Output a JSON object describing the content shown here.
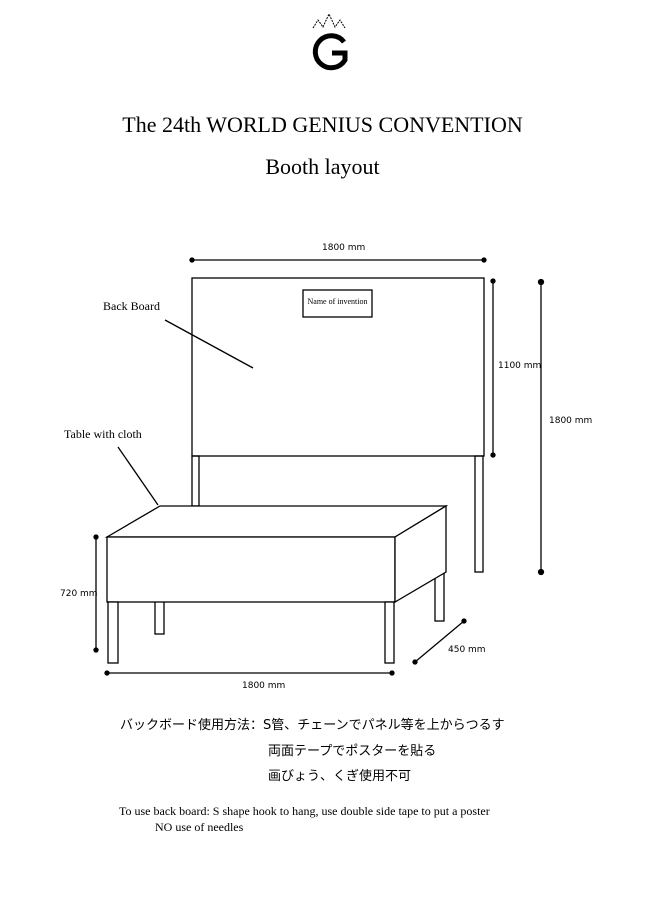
{
  "logo": {
    "letter": "G",
    "icon": "crown-g-logo"
  },
  "header": {
    "title": "The 24th WORLD GENIUS CONVENTION",
    "subtitle": "Booth layout"
  },
  "diagram": {
    "back_board_label": "Back Board",
    "table_label": "Table with cloth",
    "name_box": "Name of invention",
    "dimensions": {
      "board_width": "1800 mm",
      "board_height": "1100 mm",
      "total_height": "1800 mm",
      "table_height": "720 mm",
      "table_depth": "450 mm",
      "table_width": "1800 mm"
    }
  },
  "instructions": {
    "jp_line1": "バックボード使用方法：S管、チェーンでパネル等を上からつるす",
    "jp_line2": "両面テープでポスターを貼る",
    "jp_line3": "画びょう、くぎ使用不可",
    "en_line1": "To use back board: S shape hook to hang, use double side tape to put a poster",
    "en_line2": "NO use of needles"
  }
}
